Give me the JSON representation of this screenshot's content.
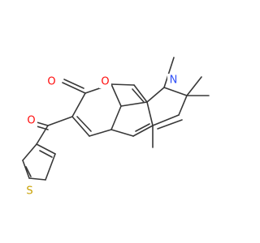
{
  "molecule": {
    "atoms": {
      "o_carbonyl_ketone": {
        "symbol": "O",
        "color": "#ff0d0d"
      },
      "o_carbonyl_lactone": {
        "symbol": "O",
        "color": "#ff0d0d"
      },
      "o_ring": {
        "symbol": "O",
        "color": "#ff0d0d"
      },
      "n_ring": {
        "symbol": "N",
        "color": "#3050f8"
      },
      "s_thiophene": {
        "symbol": "S",
        "color": "#c8a000"
      }
    },
    "bond_color": "#383838"
  }
}
